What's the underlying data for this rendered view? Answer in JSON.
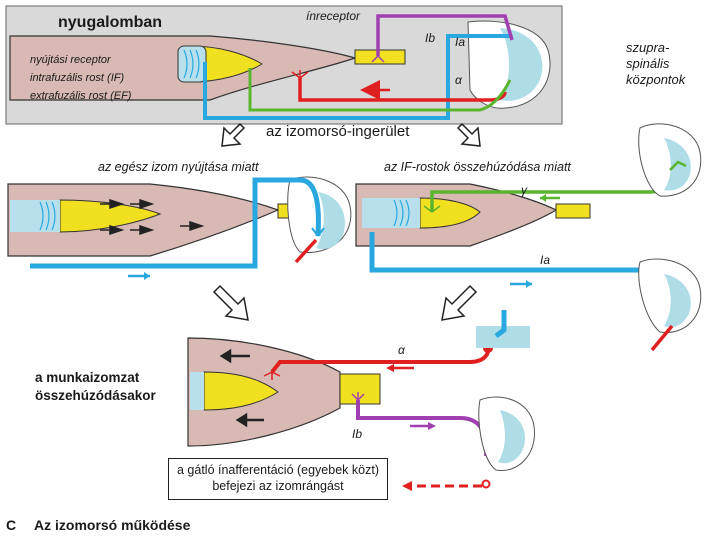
{
  "title": "nyugalomban",
  "labels": {
    "inreceptor": "ínreceptor",
    "Ib": "Ib",
    "Ia": "Ia",
    "alpha": "α",
    "gamma": "γ",
    "stretch_receptor": "nyújtási receptor",
    "intrafusal": "intrafuzális rost (IF)",
    "extrafusal": "extrafuzális rost (EF)",
    "supraspinal_1": "szupra-",
    "supraspinal_2": "spinális",
    "supraspinal_3": "központok",
    "excitation": "az izomorsó-ingerület",
    "whole_muscle": "az egész izom nyújtása miatt",
    "if_contraction": "az IF-rostok összehúzódása miatt",
    "working_1": "a munkaizomzat",
    "working_2": "összehúzódásakor"
  },
  "note": "a gátló ínafferentáció (egyebek közt) befejezi az izomrángást",
  "caption": {
    "letter": "C",
    "text": "Az izomorsó működése"
  },
  "colors": {
    "muscle": "#d8b9b4",
    "tendon": "#f0e020",
    "spindle": "#b8e0ec",
    "ia_fiber": "#29a8e0",
    "alpha_fiber": "#e02020",
    "gamma_fiber": "#5ab52e",
    "ib_fiber": "#a040b0",
    "panel_bg": "#d9d9d9",
    "cord": "#aedde8"
  }
}
